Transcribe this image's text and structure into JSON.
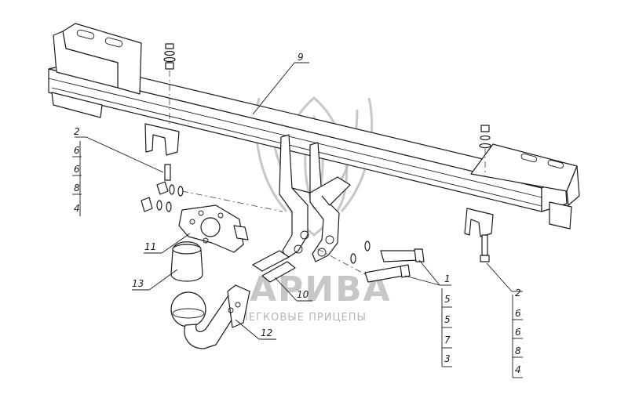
{
  "callouts": {
    "c9": "9",
    "c11": "11",
    "c13": "13",
    "c10": "10",
    "c12": "12",
    "left_stack": [
      "2",
      "6",
      "6",
      "8",
      "4"
    ],
    "bottom_stack": [
      "1",
      "5",
      "5",
      "7",
      "3"
    ],
    "right_stack": [
      "2",
      "6",
      "6",
      "8",
      "4"
    ]
  },
  "watermark": {
    "brand": "АРИВА",
    "tagline": "ЛЕГКОВЫЕ ПРИЦЕПЫ"
  },
  "colors": {
    "line": "#1a1a1a",
    "watermark": "#c7c7c7"
  }
}
